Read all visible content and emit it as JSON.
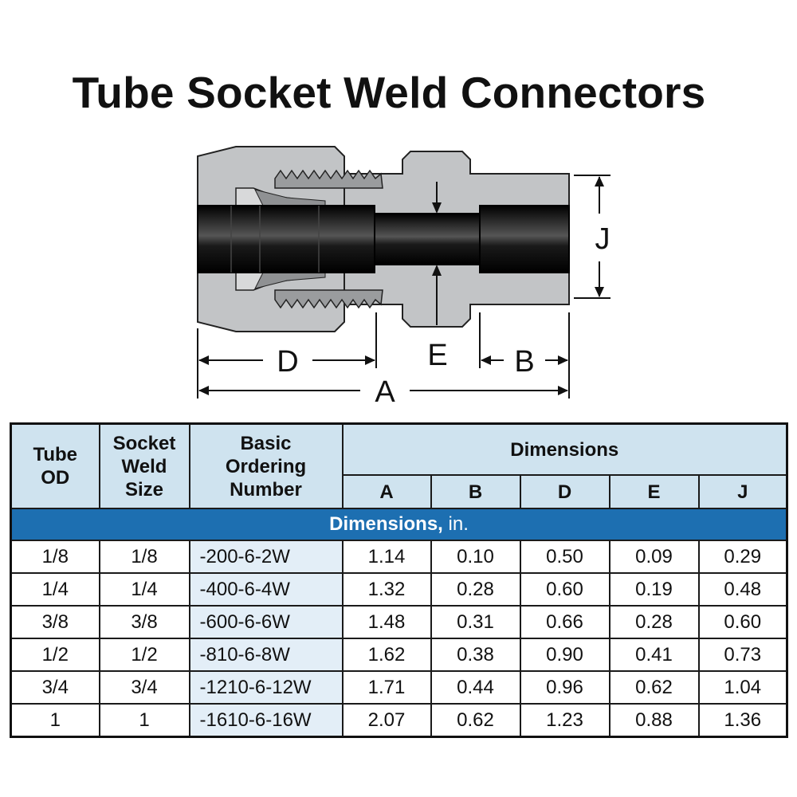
{
  "title": "Tube Socket Weld Connectors",
  "diagram": {
    "labels": {
      "j": "J",
      "d": "D",
      "e": "E",
      "b": "B",
      "a": "A"
    }
  },
  "table": {
    "headers": {
      "tube_od": "Tube OD",
      "socket_weld_size": "Socket Weld Size",
      "basic_ordering_number": "Basic Ordering Number",
      "dimensions": "Dimensions",
      "dims": [
        "A",
        "B",
        "D",
        "E",
        "J"
      ]
    },
    "units_band": {
      "label": "Dimensions,",
      "unit": "in."
    },
    "rows": [
      {
        "tube_od": "1/8",
        "socket_weld_size": "1/8",
        "ordering_number": "-200-6-2W",
        "A": "1.14",
        "B": "0.10",
        "D": "0.50",
        "E": "0.09",
        "J": "0.29"
      },
      {
        "tube_od": "1/4",
        "socket_weld_size": "1/4",
        "ordering_number": "-400-6-4W",
        "A": "1.32",
        "B": "0.28",
        "D": "0.60",
        "E": "0.19",
        "J": "0.48"
      },
      {
        "tube_od": "3/8",
        "socket_weld_size": "3/8",
        "ordering_number": "-600-6-6W",
        "A": "1.48",
        "B": "0.31",
        "D": "0.66",
        "E": "0.28",
        "J": "0.60"
      },
      {
        "tube_od": "1/2",
        "socket_weld_size": "1/2",
        "ordering_number": "-810-6-8W",
        "A": "1.62",
        "B": "0.38",
        "D": "0.90",
        "E": "0.41",
        "J": "0.73"
      },
      {
        "tube_od": "3/4",
        "socket_weld_size": "3/4",
        "ordering_number": "-1210-6-12W",
        "A": "1.71",
        "B": "0.44",
        "D": "0.96",
        "E": "0.62",
        "J": "1.04"
      },
      {
        "tube_od": "1",
        "socket_weld_size": "1",
        "ordering_number": "-1610-6-16W",
        "A": "2.07",
        "B": "0.62",
        "D": "1.23",
        "E": "0.88",
        "J": "1.36"
      }
    ]
  },
  "colors": {
    "header_bg": "#cfe3ef",
    "band_bg": "#1d6fb1",
    "ordering_cell_bg": "#e3eef7",
    "body_metal": "#c2c4c6",
    "bore": "#111111"
  }
}
